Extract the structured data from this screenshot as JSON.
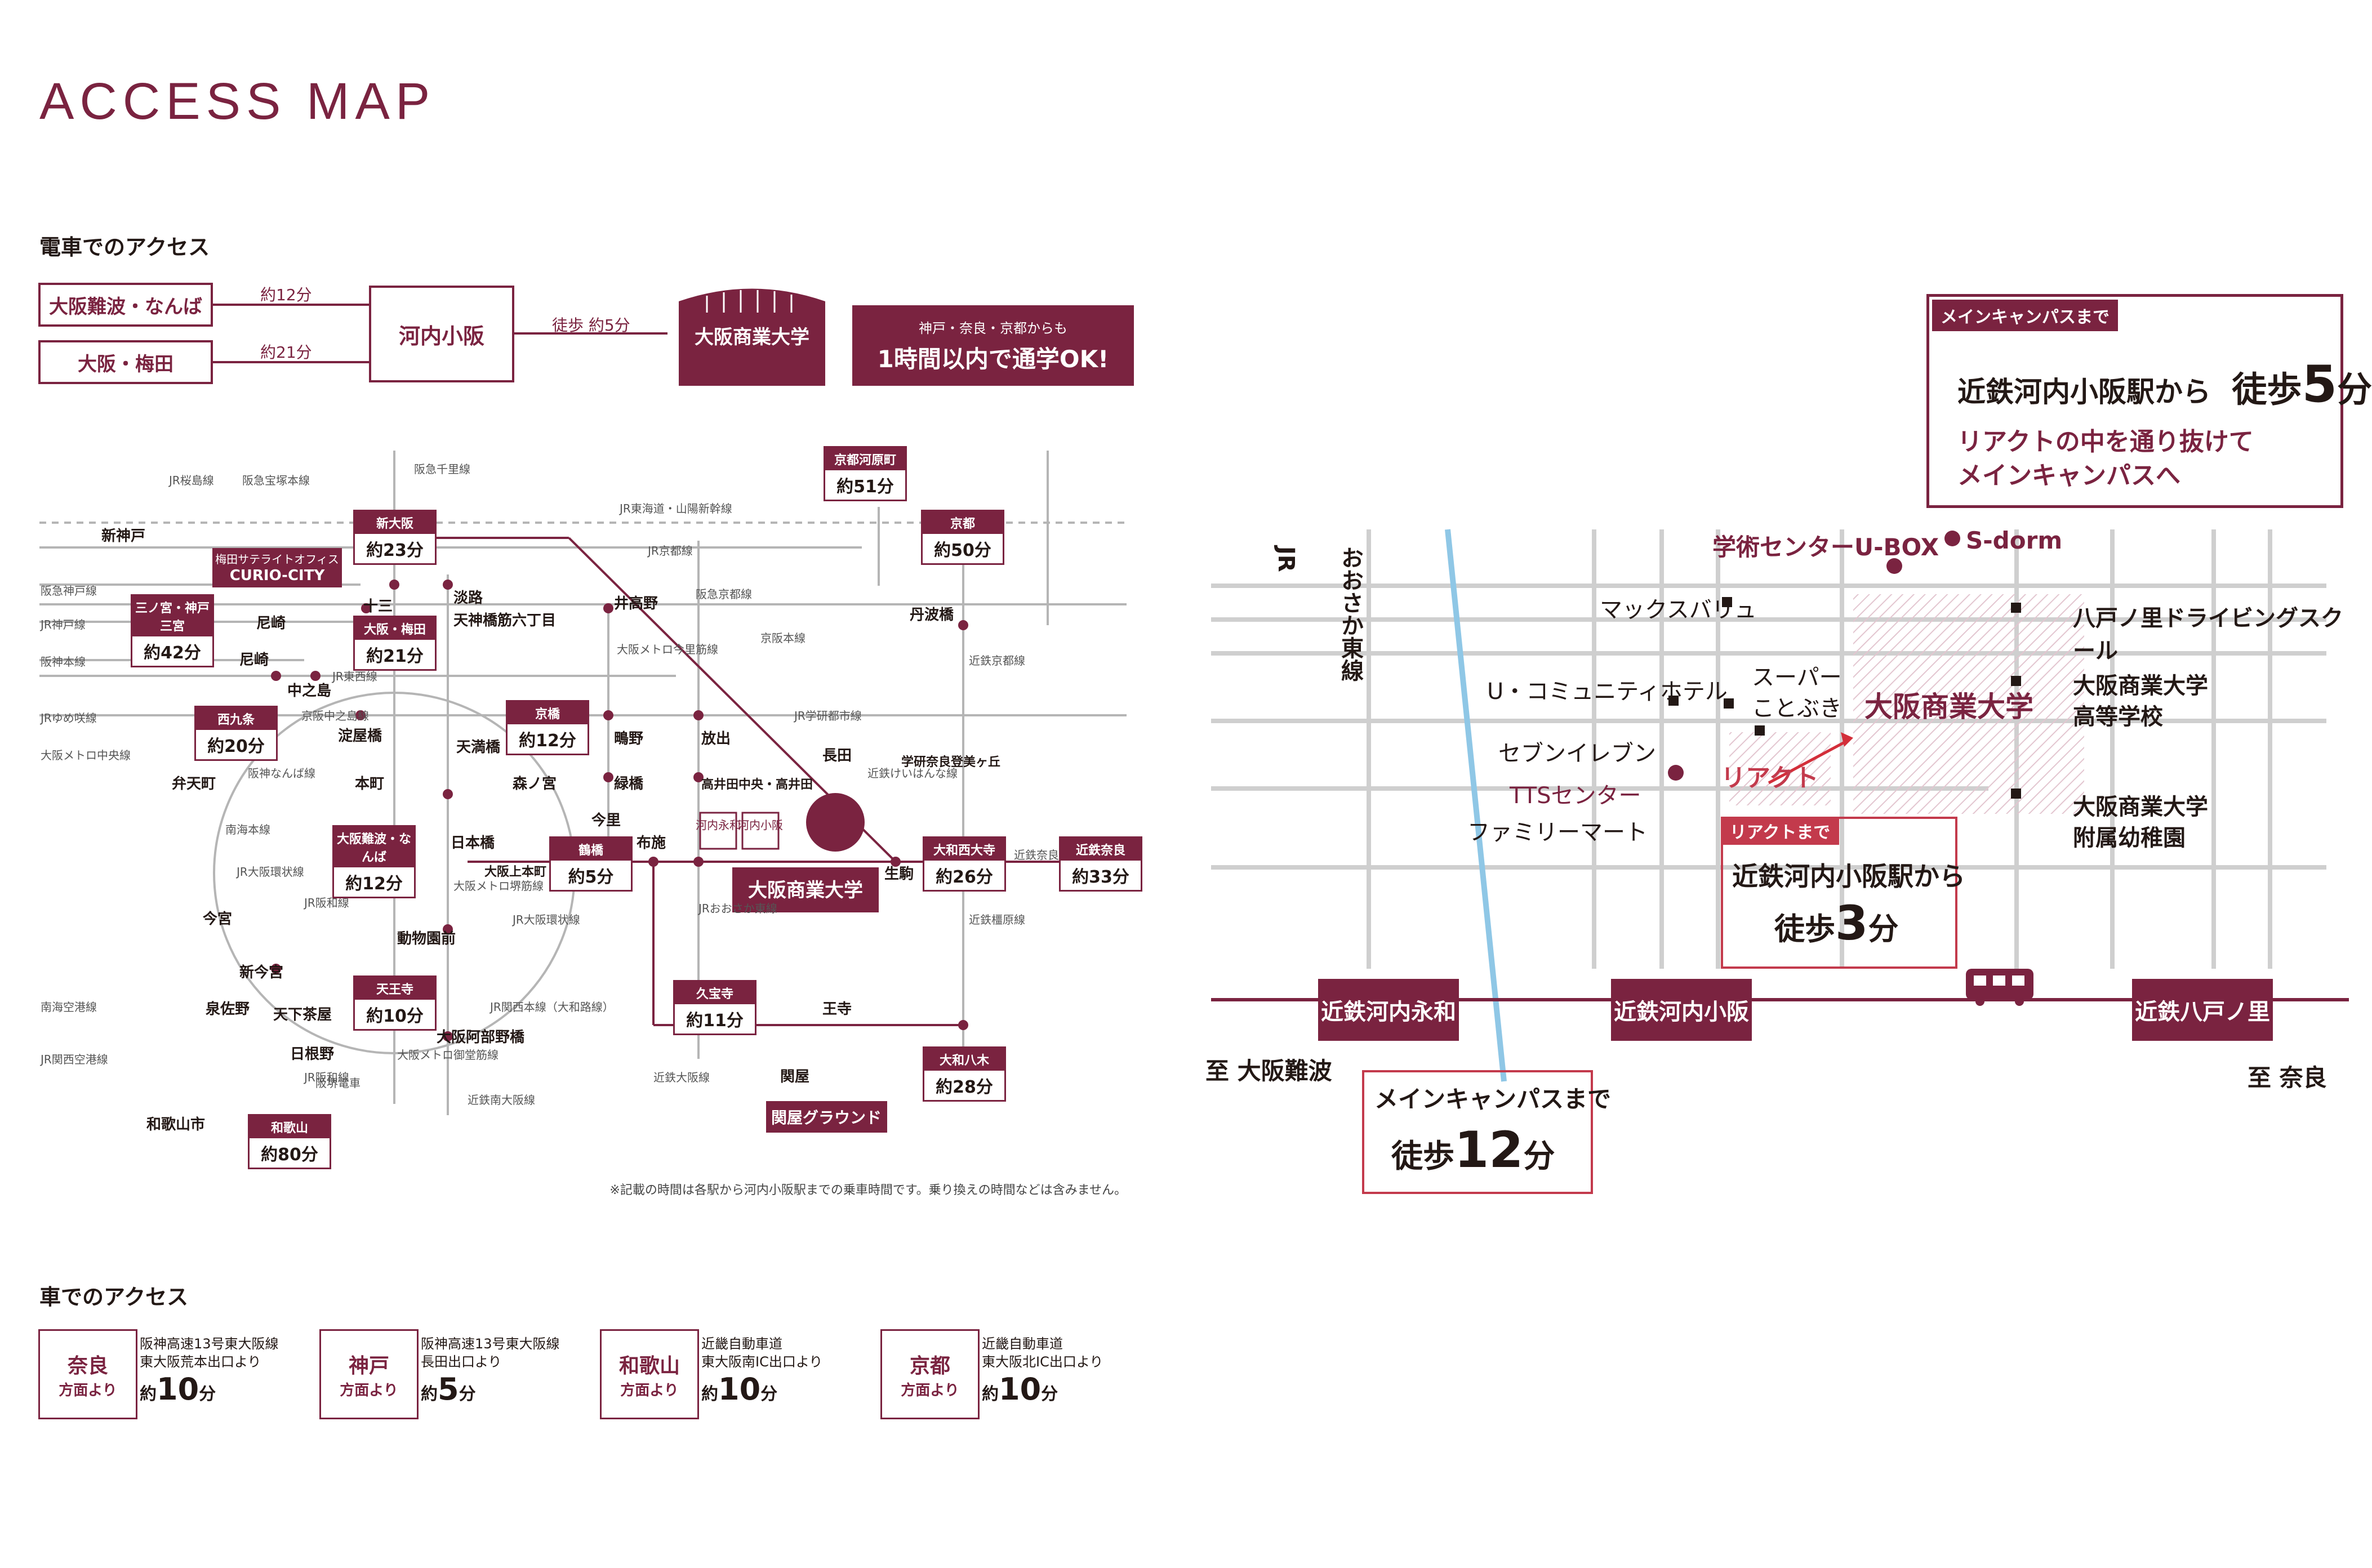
{
  "title": "ACCESS MAP",
  "train": {
    "heading": "電車でのアクセス",
    "origins": [
      {
        "name": "大阪難波・なんば",
        "time": "約12分"
      },
      {
        "name": "大阪・梅田",
        "time": "約21分"
      }
    ],
    "hub": "河内小阪",
    "walk": "徒歩 約5分",
    "destination": "大阪商業大学",
    "promo_line1": "神戸・奈良・京都からも",
    "promo_line2": "1時間以内で通学OK!"
  },
  "route_map": {
    "stations": {
      "kyoto_kawaramachi": {
        "name": "京都河原町",
        "time": "約51分"
      },
      "shin_osaka": {
        "name": "新大阪",
        "time": "約23分"
      },
      "kyoto": {
        "name": "京都",
        "time": "約50分"
      },
      "sannomiya": {
        "name": "三ノ宮・神戸三宮",
        "time": "約42分"
      },
      "osaka_umeda": {
        "name": "大阪・梅田",
        "time": "約21分"
      },
      "nishikujo": {
        "name": "西九条",
        "time": "約20分"
      },
      "kyobashi": {
        "name": "京橋",
        "time": "約12分"
      },
      "namba": {
        "name": "大阪難波・なんば",
        "time": "約12分"
      },
      "tsuruhashi": {
        "name": "鶴橋",
        "time": "約5分"
      },
      "yamato_saidaiji": {
        "name": "大和西大寺",
        "time": "約26分"
      },
      "kintetsu_nara": {
        "name": "近鉄奈良",
        "time": "約33分"
      },
      "tennoji": {
        "name": "天王寺",
        "time": "約10分"
      },
      "kyuhoji": {
        "name": "久宝寺",
        "time": "約11分"
      },
      "yamato_yagi": {
        "name": "大和八木",
        "time": "約28分"
      },
      "wakayama": {
        "name": "和歌山",
        "time": "約80分"
      }
    },
    "umeda_office_line1": "梅田サテライトオフィス",
    "umeda_office_line2": "CURIO-CITY",
    "campus_label": "大阪商業大学",
    "ground_label": "関屋グラウンド",
    "mini_boxes": [
      "河内永和",
      "河内小阪"
    ],
    "labels": {
      "shinkobe": "新神戸",
      "juso": "十三",
      "amagasaki1": "尼崎",
      "amagasaki2": "尼崎",
      "nakanoshima": "中之島",
      "yodoyabashi": "淀屋橋",
      "awaji": "淡路",
      "tenjin": "天神橋筋六丁目",
      "imafukutsurumi": "井高野",
      "tambabashi": "丹波橋",
      "temma": "天満橋",
      "morinomiya": "森ノ宮",
      "honmachi": "本町",
      "bentencho": "弁天町",
      "shigino": "鴫野",
      "midoribashi": "緑橋",
      "hanaten": "放出",
      "nagata": "長田",
      "gakkennara": "学研奈良登美ヶ丘",
      "takaida": "高井田中央・高井田",
      "imazato": "今里",
      "fuse": "布施",
      "nipponbashi": "日本橋",
      "uehommachi": "大阪上本町",
      "ikoma": "生駒",
      "imamiya": "今宮",
      "doubutsuen": "動物園前",
      "shinimamiya": "新今宮",
      "izumisano": "泉佐野",
      "tengachaya": "天下茶屋",
      "hinodeno": "日根野",
      "abeno": "大阪阿部野橋",
      "oji": "王寺",
      "sekiya": "関屋",
      "wakayamashi": "和歌山市"
    },
    "lines": {
      "jr_tokaido": "JR東海道・山陽新幹線",
      "jr_kyoto": "JR京都線",
      "hankyu_kobe": "阪急神戸線",
      "jr_kobe": "JR神戸線",
      "hanshin": "阪神本線",
      "jr_yumesaki": "JRゆめ咲線",
      "osaka_metro_chuo": "大阪メトロ中央線",
      "hankyu_kyoto": "阪急京都線",
      "keihan": "京阪本線",
      "jr_tozai": "JR東西線",
      "keihan_nakanoshima": "京阪中之島線",
      "jr_gakkentoshi": "JR学研都市線",
      "jr_osaka_loop": "JR大阪環状線",
      "jr_kansai_main": "JR関西本線（大和路線）",
      "jr_hanwa": "JR阪和線",
      "nankai": "南海空港線",
      "jr_kansai_airport": "JR関西空港線",
      "kintetsu_osaka": "近鉄大阪線",
      "kintetsu_minami_osaka": "近鉄南大阪線",
      "kintetsu_nara": "近鉄奈良線",
      "kintetsu_kyoto": "近鉄京都線",
      "kintetsu_kashihara": "近鉄橿原線",
      "kintetsu_keihanna": "近鉄けいはんな線",
      "jr_osaka_higashi": "JRおおさか東線",
      "hankyu_senri": "阪急千里線",
      "jr_sakurajima": "JR桜島線",
      "hanshin_namba": "阪神なんば線",
      "nankai_main": "南海本線",
      "metro_imazatosuji": "大阪メトロ今里筋線",
      "metro_sakaisuji": "大阪メトロ堺筋線",
      "metro_midosuji": "大阪メトロ御堂筋線",
      "hankyu_takarazuka": "阪急宝塚本線",
      "jr_hanwa2": "JR阪和線",
      "hankai": "阪堺電車"
    },
    "note": "※記載の時間は各駅から河内小阪駅までの乗車時間です。乗り換えの時間などは含みません。"
  },
  "car": {
    "heading": "車でのアクセス",
    "items": [
      {
        "city": "奈良",
        "from": "方面より",
        "line1": "阪神高速13号東大阪線",
        "line2": "東大阪荒本出口より",
        "prefix": "約",
        "num": "10",
        "unit": "分"
      },
      {
        "city": "神戸",
        "from": "方面より",
        "line1": "阪神高速13号東大阪線",
        "line2": "長田出口より",
        "prefix": "約",
        "num": "5",
        "unit": "分"
      },
      {
        "city": "和歌山",
        "from": "方面より",
        "line1": "近畿自動車道",
        "line2": "東大阪南IC出口より",
        "prefix": "約",
        "num": "10",
        "unit": "分"
      },
      {
        "city": "京都",
        "from": "方面より",
        "line1": "近畿自動車道",
        "line2": "東大阪北IC出口より",
        "prefix": "約",
        "num": "10",
        "unit": "分"
      }
    ]
  },
  "local_map": {
    "callout_main_tag": "メインキャンパスまで",
    "callout_main_line1a": "近鉄河内小阪駅から",
    "callout_main_line1b": "徒歩",
    "callout_main_num": "5",
    "callout_main_unit": "分",
    "callout_main_line2": "リアクトの中を通り抜けて",
    "callout_main_line3": "メインキャンパスへ",
    "ubox": "学術センターU-BOX",
    "sdorm": "S-dorm",
    "jr_line_v1": "JR",
    "jr_line_v2": "おおさか東線",
    "maxvalu": "マックスバリュ",
    "hattori": "八戸ノ里ドライビングスクール",
    "hotel": "U・コミュニティホテル",
    "super1": "スーパー",
    "super2": "ことぶき",
    "campus": "大阪商業大学",
    "high1": "大阪商業大学",
    "high2": "高等学校",
    "seven": "セブンイレブン",
    "tts": "TTSセンター",
    "react": "リアクト",
    "family": "ファミリーマート",
    "kinder1": "大阪商業大学",
    "kinder2": "附属幼稚園",
    "react_tag": "リアクトまで",
    "react_line1": "近鉄河内小阪駅から",
    "react_line2": "徒歩",
    "react_num": "3",
    "react_unit": "分",
    "st_eiwa": "近鉄河内永和",
    "st_kosaka": "近鉄河内小阪",
    "st_hattori": "近鉄八戸ノ里",
    "to_namba": "至 大阪難波",
    "to_nara": "至 奈良",
    "eiwa_line1": "メインキャンパスまで",
    "eiwa_line2": "徒歩",
    "eiwa_num": "12",
    "eiwa_unit": "分"
  }
}
